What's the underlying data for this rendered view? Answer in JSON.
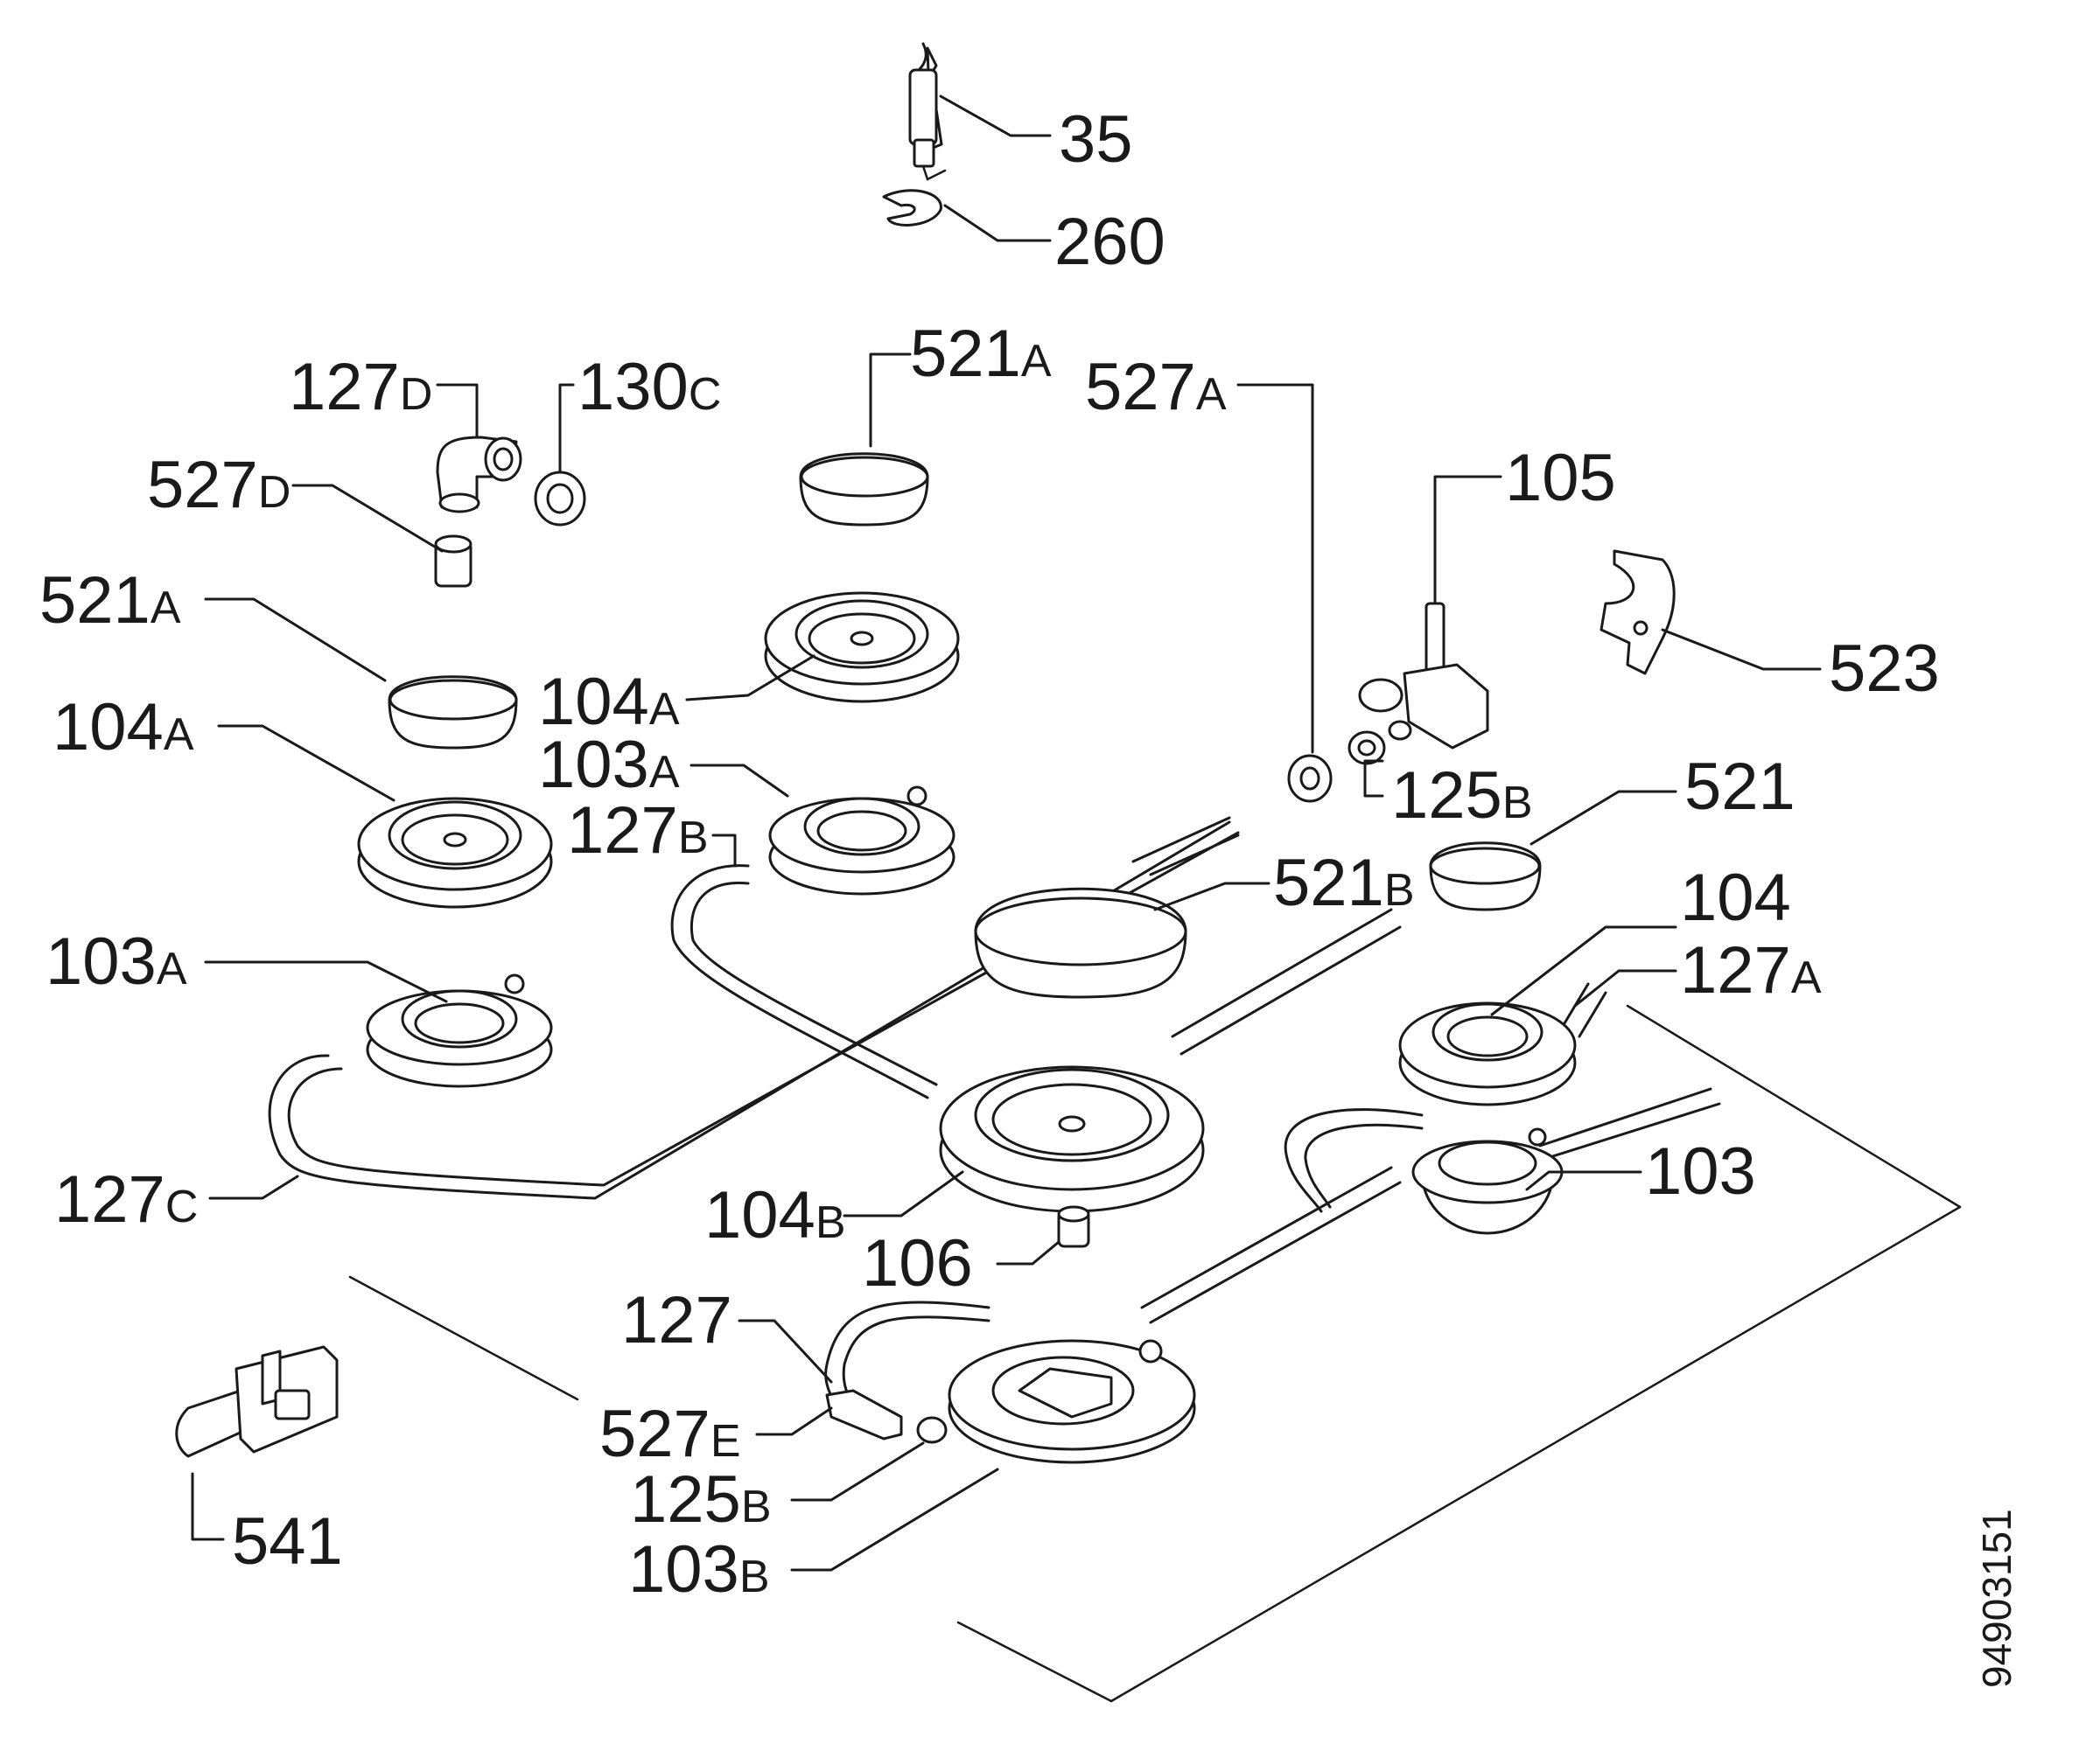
{
  "document_number": "94903151",
  "labels": {
    "l35": {
      "num": "35",
      "suf": ""
    },
    "l260": {
      "num": "260",
      "suf": ""
    },
    "l127D": {
      "num": "127",
      "suf": "D"
    },
    "l130C": {
      "num": "130",
      "suf": "C"
    },
    "l521A_top": {
      "num": "521",
      "suf": "A"
    },
    "l527A": {
      "num": "527",
      "suf": "A"
    },
    "l105": {
      "num": "105",
      "suf": ""
    },
    "l527D": {
      "num": "527",
      "suf": "D"
    },
    "l521A_left": {
      "num": "521",
      "suf": "A"
    },
    "l104A_mid": {
      "num": "104",
      "suf": "A"
    },
    "l104A_left": {
      "num": "104",
      "suf": "A"
    },
    "l103A_mid": {
      "num": "103",
      "suf": "A"
    },
    "l127B": {
      "num": "127",
      "suf": "B"
    },
    "l523": {
      "num": "523",
      "suf": ""
    },
    "l125B_top": {
      "num": "125",
      "suf": "B"
    },
    "l521": {
      "num": "521",
      "suf": ""
    },
    "l521B": {
      "num": "521",
      "suf": "B"
    },
    "l104": {
      "num": "104",
      "suf": ""
    },
    "l127A": {
      "num": "127",
      "suf": "A"
    },
    "l103A_left": {
      "num": "103",
      "suf": "A"
    },
    "l127C": {
      "num": "127",
      "suf": "C"
    },
    "l104B": {
      "num": "104",
      "suf": "B"
    },
    "l103": {
      "num": "103",
      "suf": ""
    },
    "l106": {
      "num": "106",
      "suf": ""
    },
    "l127": {
      "num": "127",
      "suf": ""
    },
    "l527E": {
      "num": "527",
      "suf": "E"
    },
    "l125B_bot": {
      "num": "125",
      "suf": "B"
    },
    "l541": {
      "num": "541",
      "suf": ""
    },
    "l103B": {
      "num": "103",
      "suf": "B"
    }
  }
}
